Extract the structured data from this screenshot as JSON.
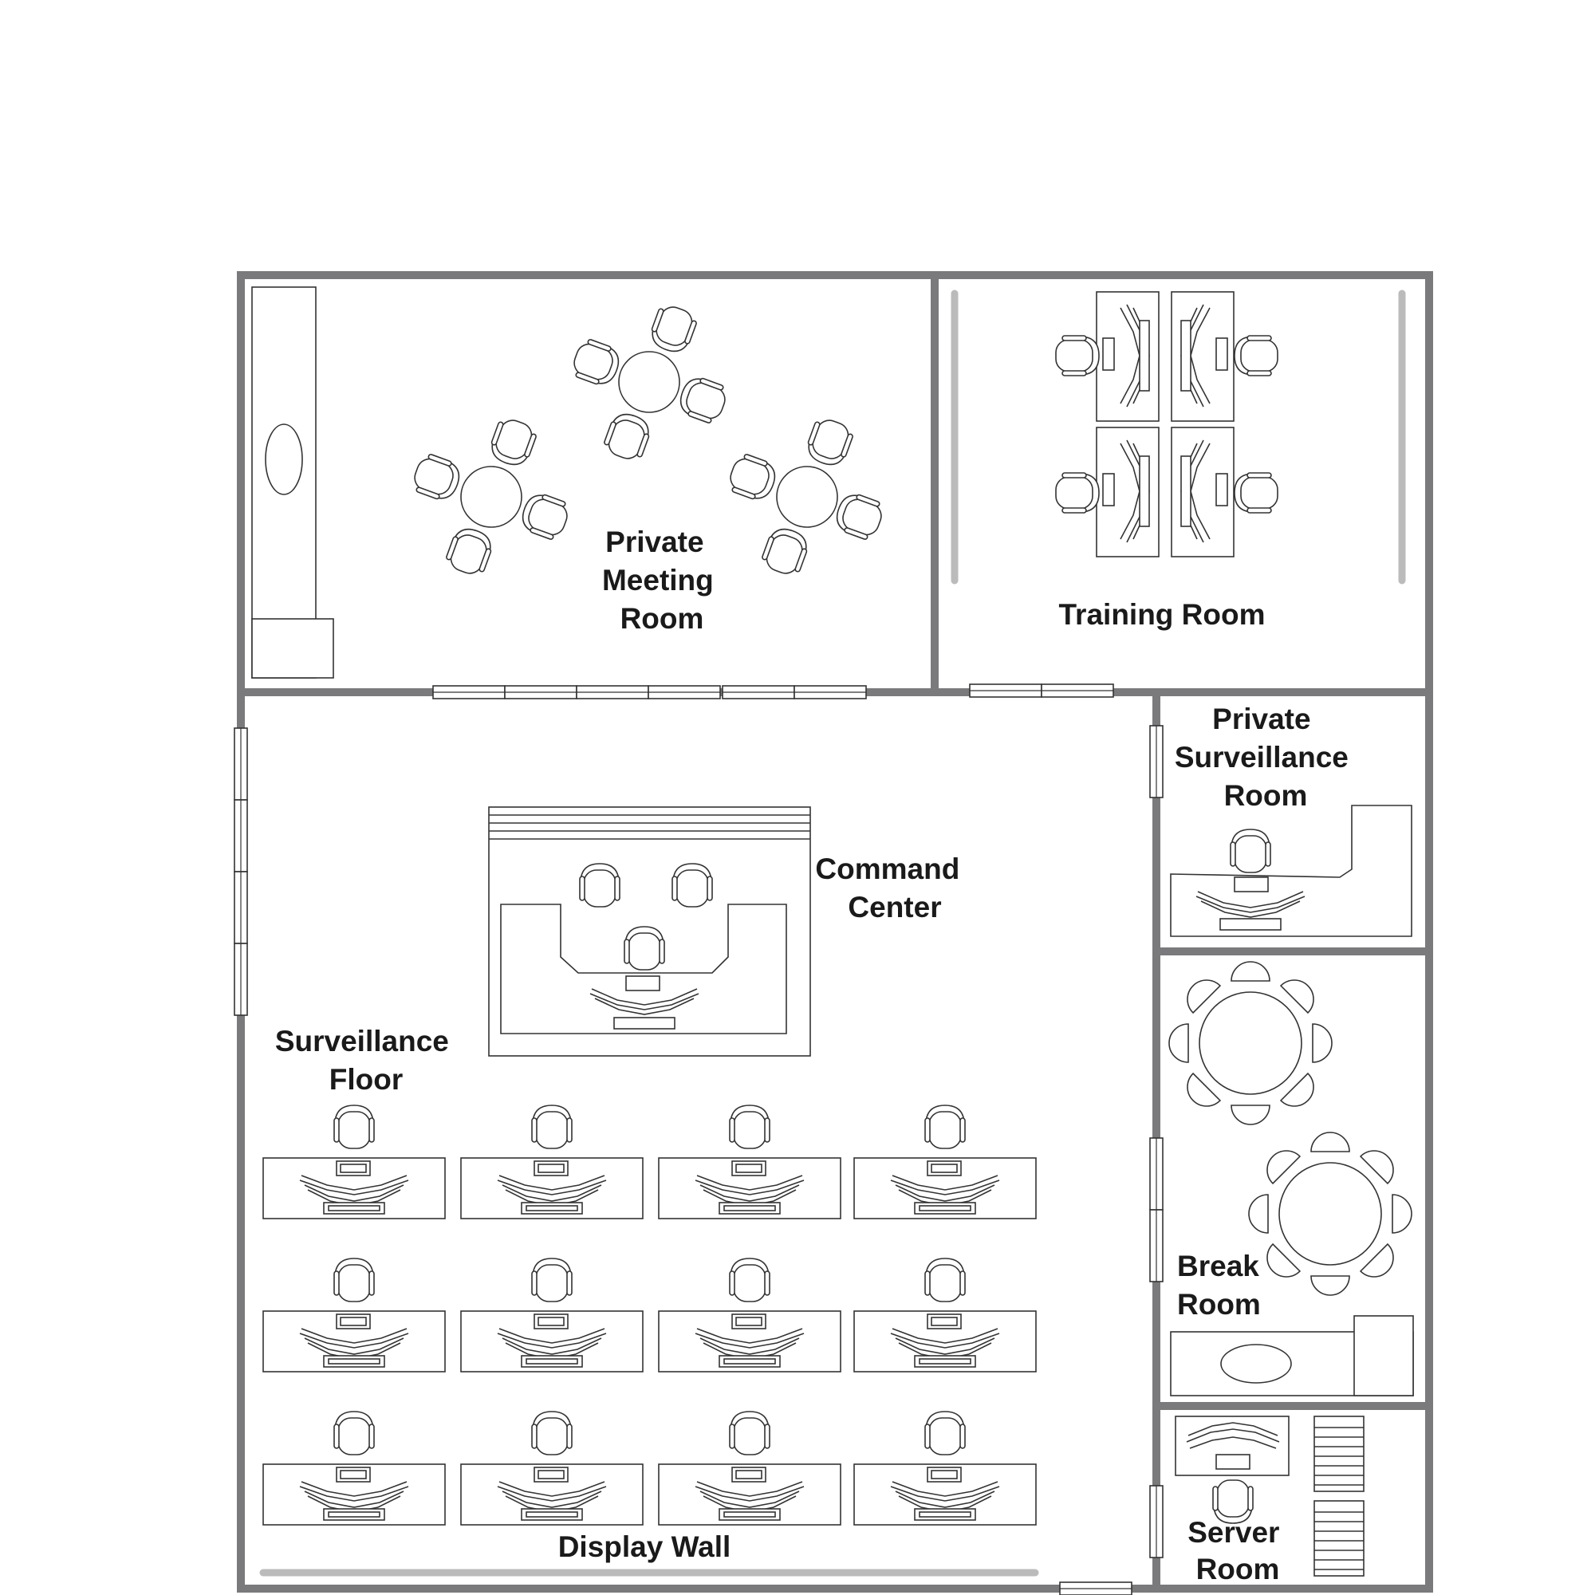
{
  "plan": {
    "rooms": [
      {
        "id": "private-meeting-room",
        "lines": [
          "Private",
          "Meeting",
          "Room"
        ]
      },
      {
        "id": "training-room",
        "lines": [
          "Training Room"
        ]
      },
      {
        "id": "private-surveillance-room",
        "lines": [
          "Private",
          "Surveillance",
          "Room"
        ]
      },
      {
        "id": "command-center",
        "lines": [
          "Command",
          "Center"
        ]
      },
      {
        "id": "surveillance-floor",
        "lines": [
          "Surveillance",
          "Floor"
        ]
      },
      {
        "id": "break-room",
        "lines": [
          "Break",
          "Room"
        ]
      },
      {
        "id": "server-room",
        "lines": [
          "Server",
          "Room"
        ]
      },
      {
        "id": "display-wall",
        "lines": [
          "Display Wall"
        ]
      }
    ],
    "colors": {
      "wall": "#7a7a7c",
      "furniture_stroke": "#333333",
      "display_screen": "#bbbbbb",
      "label": "#1a1a1a"
    }
  }
}
